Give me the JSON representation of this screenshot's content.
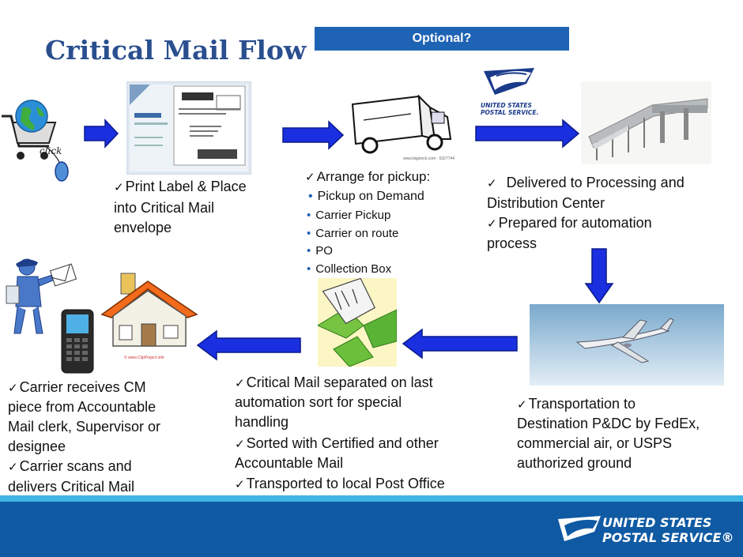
{
  "title": "Critical Mail Flow",
  "optional_label": "Optional?",
  "colors": {
    "title": "#2a4f8f",
    "arrow": "#1a2fe0",
    "optional_bg": "#1f63b5",
    "footer": "#0f5aa3",
    "stripe": "#40b4e5"
  },
  "steps": {
    "print": {
      "line1": "Print Label & Place",
      "line2": "into Critical Mail",
      "line3": "envelope"
    },
    "pickup": {
      "heading": "Arrange for pickup:",
      "items": [
        "Pickup on Demand",
        "Carrier Pickup",
        "Carrier on route",
        "PO",
        "Collection Box"
      ]
    },
    "processing": {
      "line1": "Delivered to Processing and",
      "line2": "Distribution Center",
      "line3": "Prepared for automation",
      "line4": "process"
    },
    "transport": {
      "line1": "Transportation to",
      "line2": "Destination P&DC by FedEx,",
      "line3": "commercial air, or USPS",
      "line4": "authorized ground"
    },
    "separated": {
      "line1": "Critical Mail separated on last",
      "line2": "automation sort for special",
      "line3": "handling",
      "line4": "Sorted with Certified and other",
      "line5": "Accountable Mail",
      "line6": "Transported to local Post Office"
    },
    "carrier": {
      "line1": "Carrier receives CM",
      "line2": "piece from Accountable",
      "line3": "Mail clerk, Supervisor or",
      "line4": "designee",
      "line5": "Carrier scans and",
      "line6": "delivers Critical Mail"
    }
  },
  "images": {
    "truck_credit": "www.bigstock.com · 5327744",
    "house_credit": "© www.ClipProject.info",
    "usps_logo_top": {
      "line1": "UNITED STATES",
      "line2": "POSTAL SERVICE."
    }
  },
  "footer": {
    "logo_line1": "UNITED STATES",
    "logo_line2": "POSTAL SERVICE®"
  },
  "icons": [
    "globe-cart-icon",
    "envelope-label-icon",
    "mail-truck-icon",
    "usps-eagle-logo",
    "sorting-machine-icon",
    "airplane-icon",
    "routing-puzzle-icon",
    "house-icon",
    "handheld-scanner-icon",
    "mail-carrier-icon"
  ]
}
